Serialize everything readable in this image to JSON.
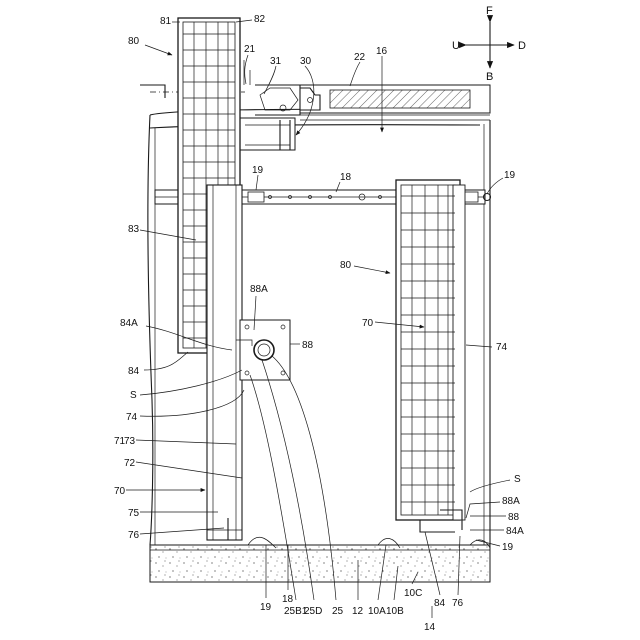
{
  "labels": {
    "l80_top": "80",
    "l81": "81",
    "l82": "82",
    "l21": "21",
    "l31": "31",
    "l30": "30",
    "l22": "22",
    "l16": "16",
    "l19_top_mid": "19",
    "l18_top": "18",
    "l19_top_right": "19",
    "l83": "83",
    "l88A_left": "88A",
    "l80_right": "80",
    "l84A_left": "84A",
    "l70_right": "70",
    "l88_left": "88",
    "l74_right": "74",
    "l84_left": "84",
    "lS_left": "S",
    "l74_left": "74",
    "l71": "71",
    "l73": "73",
    "l72": "72",
    "lS_right": "S",
    "l70_left": "70",
    "l88A_right": "88A",
    "l88_right": "88",
    "l75": "75",
    "l84A_right": "84A",
    "l76_left": "76",
    "l19_right_bottom": "19",
    "l19_bottom": "19",
    "l18_bottom": "18",
    "l25B1": "25B1",
    "l25D": "25D",
    "l25": "25",
    "l12": "12",
    "l10A": "10A",
    "l10B": "10B",
    "l10C": "10C",
    "l14": "14",
    "l84_bottom": "84",
    "l76_bottom": "76"
  },
  "compass": {
    "f": "F",
    "b": "B",
    "u": "U",
    "d": "D"
  }
}
